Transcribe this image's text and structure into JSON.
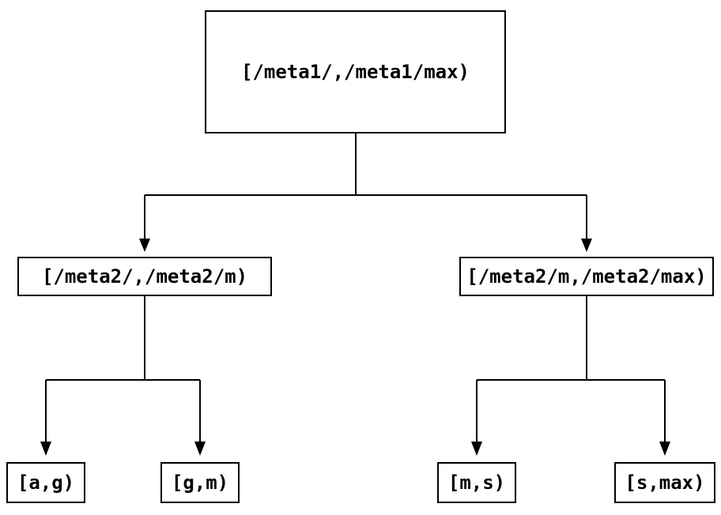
{
  "diagram": {
    "type": "tree",
    "colors": {
      "background": "#ffffff",
      "line": "#000000",
      "text": "#000000",
      "node_border": "#000000",
      "node_fill": "#ffffff"
    },
    "nodes": {
      "root": {
        "label": "[/meta1/,/meta1/max)",
        "level": 0
      },
      "left": {
        "label": "[/meta2/,/meta2/m)",
        "level": 1
      },
      "right": {
        "label": "[/meta2/m,/meta2/max)",
        "level": 1
      },
      "leaf_ag": {
        "label": "[a,g)",
        "level": 2
      },
      "leaf_gm": {
        "label": "[g,m)",
        "level": 2
      },
      "leaf_ms": {
        "label": "[m,s)",
        "level": 2
      },
      "leaf_smax": {
        "label": "[s,max)",
        "level": 2
      }
    },
    "edges": [
      {
        "from": "root",
        "to": "left"
      },
      {
        "from": "root",
        "to": "right"
      },
      {
        "from": "left",
        "to": "leaf_ag"
      },
      {
        "from": "left",
        "to": "leaf_gm"
      },
      {
        "from": "right",
        "to": "leaf_ms"
      },
      {
        "from": "right",
        "to": "leaf_smax"
      }
    ]
  }
}
